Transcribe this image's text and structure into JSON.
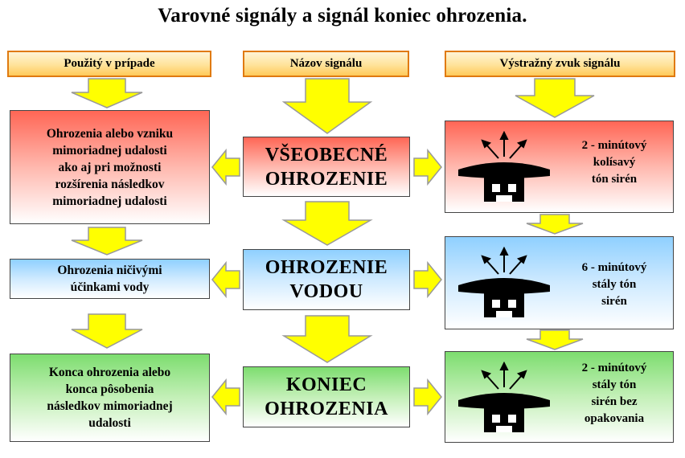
{
  "title": "Varovné signály a signál koniec ohrozenia.",
  "headers": {
    "left": "Použitý v prípade",
    "middle": "Názov signálu",
    "right": "Výstražný zvuk  signálu"
  },
  "rows": [
    {
      "case_lines": [
        "Ohrozenia alebo vzniku",
        "mimoriadnej udalosti",
        "ako aj pri možnosti",
        "rozšírenia následkov",
        "mimoriadnej udalosti"
      ],
      "name_lines": [
        "VŠEOBECNÉ",
        "OHROZENIE"
      ],
      "sound_lines": [
        "2 - minútový",
        "kolísavý",
        "tón sirén"
      ]
    },
    {
      "case_lines": [
        "Ohrozenia ničivými",
        "účinkami  vody"
      ],
      "name_lines": [
        "OHROZENIE",
        "VODOU"
      ],
      "sound_lines": [
        "6 - minútový",
        "stály tón",
        "sirén"
      ]
    },
    {
      "case_lines": [
        "Konca ohrozenia  alebo",
        "konca pôsobenia",
        "následkov mimoriadnej",
        "udalosti"
      ],
      "name_lines": [
        "KONIEC",
        "OHROZENIA"
      ],
      "sound_lines": [
        "2 - minútový",
        "stály  tón",
        "sirén  bez",
        "opakovania"
      ]
    }
  ],
  "colors": {
    "row1": "#ff6655",
    "row2": "#8fd0ff",
    "row3": "#7ddd6f",
    "arrow_fill": "#ffff00",
    "arrow_stroke": "#999999",
    "header_border": "#e07a10"
  },
  "icons": [
    "siren-icon",
    "down-arrow",
    "left-arrow",
    "right-arrow"
  ]
}
